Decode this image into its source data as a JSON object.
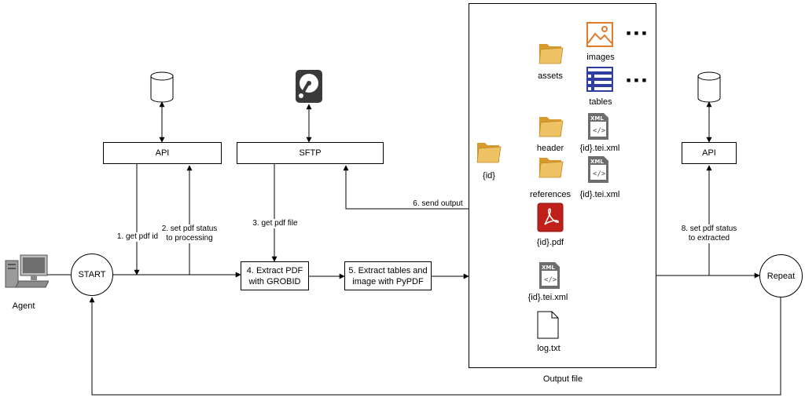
{
  "nodes": {
    "agent": "Agent",
    "start": "START",
    "repeat": "Repeat",
    "api_left": "API",
    "sftp": "SFTP",
    "api_right": "API",
    "extract_pdf": "4. Extract PDF\nwith GROBID",
    "extract_tables": "5. Extract tables and\nimage with PyPDF"
  },
  "edges": {
    "get_pdf_id": "1. get pdf id",
    "set_status_processing": "2. set pdf status\nto processing",
    "get_pdf_file": "3. get pdf file",
    "send_output": "6. send output",
    "set_status_extracted": "8. set pdf status\nto extracted"
  },
  "output": {
    "caption": "Output file",
    "root_folder": "{id}",
    "assets": "assets",
    "images": "images",
    "tables": "tables",
    "ellipsis": "■ ■ ■",
    "header": "header",
    "header_file": "{id}.tei.xml",
    "references": "references",
    "references_file": "{id}.tei.xml",
    "pdf_file": "{id}.pdf",
    "xml_file": "{id}.tei.xml",
    "log_file": "log.txt",
    "xml_badge": "XML",
    "code_glyph": "</>"
  },
  "icons": {
    "database": "database-icon",
    "hard_drive": "hard-drive-icon",
    "folder": "folder-icon",
    "xml_file": "xml-file-icon",
    "pdf_file": "pdf-file-icon",
    "text_file": "text-file-icon",
    "image": "image-icon",
    "table": "table-icon",
    "computer": "computer-icon"
  },
  "colors": {
    "folder": "#e8b04a",
    "image_icon": "#e07b2c",
    "table_icon": "#2e3fa0",
    "pdf_red": "#c0201a",
    "xml_grey": "#6d6d6d"
  }
}
